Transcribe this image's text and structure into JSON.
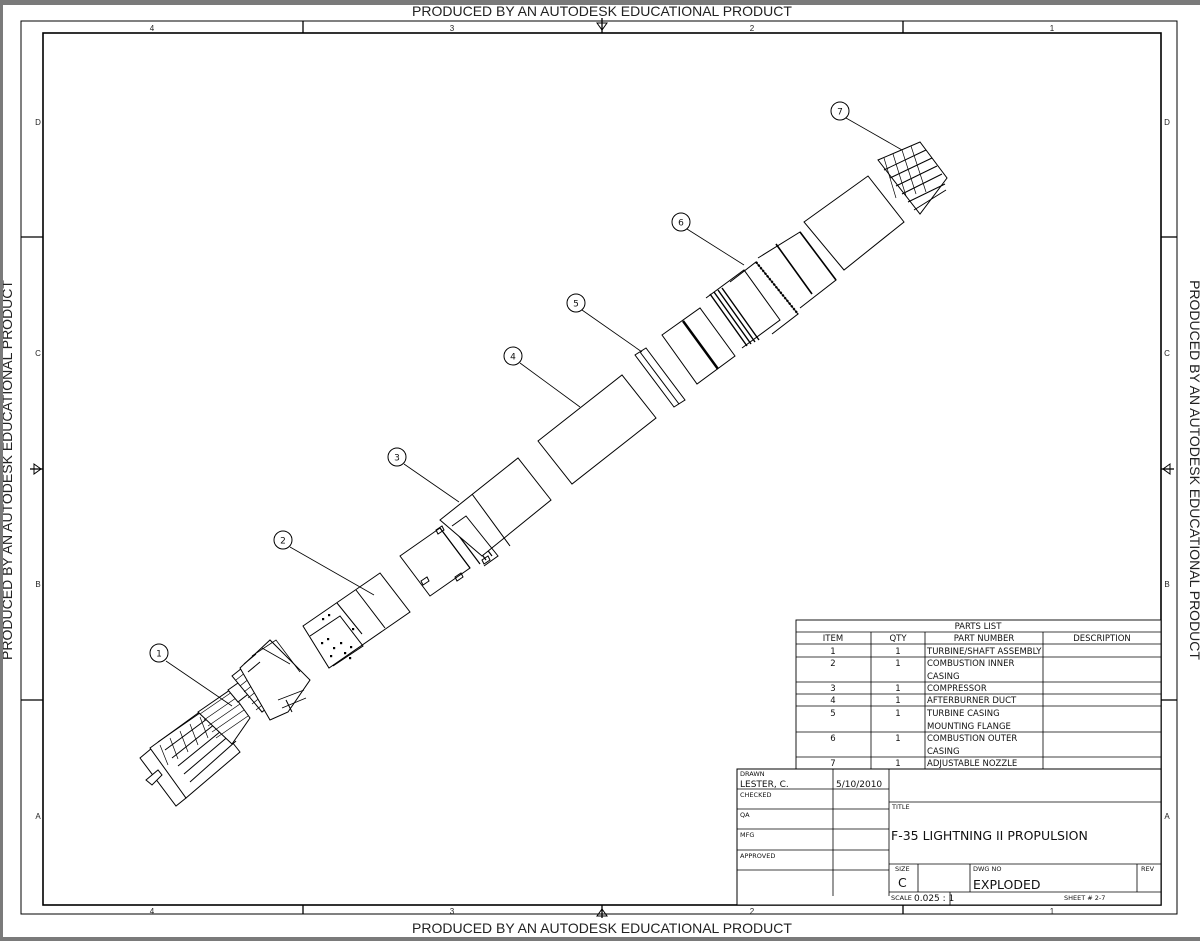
{
  "watermark": "PRODUCED BY AN AUTODESK EDUCATIONAL PRODUCT",
  "zones": {
    "columns": [
      "4",
      "3",
      "2",
      "1"
    ],
    "rows": [
      "D",
      "C",
      "B",
      "A"
    ]
  },
  "balloons": [
    "1",
    "2",
    "3",
    "4",
    "5",
    "6",
    "7"
  ],
  "parts_list": {
    "title": "PARTS LIST",
    "headers": [
      "ITEM",
      "QTY",
      "PART NUMBER",
      "DESCRIPTION"
    ],
    "rows": [
      {
        "item": "1",
        "qty": "1",
        "part": [
          "TURBINE/SHAFT ASSEMBLY"
        ],
        "desc": ""
      },
      {
        "item": "2",
        "qty": "1",
        "part": [
          "COMBUSTION INNER",
          "CASING"
        ],
        "desc": ""
      },
      {
        "item": "3",
        "qty": "1",
        "part": [
          "COMPRESSOR"
        ],
        "desc": ""
      },
      {
        "item": "4",
        "qty": "1",
        "part": [
          "AFTERBURNER DUCT"
        ],
        "desc": ""
      },
      {
        "item": "5",
        "qty": "1",
        "part": [
          "TURBINE CASING",
          "MOUNTING FLANGE"
        ],
        "desc": ""
      },
      {
        "item": "6",
        "qty": "1",
        "part": [
          "COMBUSTION OUTER",
          "CASING"
        ],
        "desc": ""
      },
      {
        "item": "7",
        "qty": "1",
        "part": [
          "ADJUSTABLE NOZZLE"
        ],
        "desc": ""
      }
    ]
  },
  "title_block": {
    "drawn_label": "DRAWN",
    "drawn_by": "LESTER, C.",
    "drawn_date": "5/10/2010",
    "checked_label": "CHECKED",
    "qa_label": "QA",
    "mfg_label": "MFG",
    "approved_label": "APPROVED",
    "title_label": "TITLE",
    "title": "F-35 LIGHTNING II PROPULSION",
    "size_label": "SIZE",
    "size": "C",
    "dwg_no_label": "DWG NO",
    "dwg_no": "EXPLODED",
    "rev_label": "REV",
    "scale_label": "SCALE",
    "scale": "0.025 : 1",
    "sheet": "SHEET # 2-7"
  }
}
